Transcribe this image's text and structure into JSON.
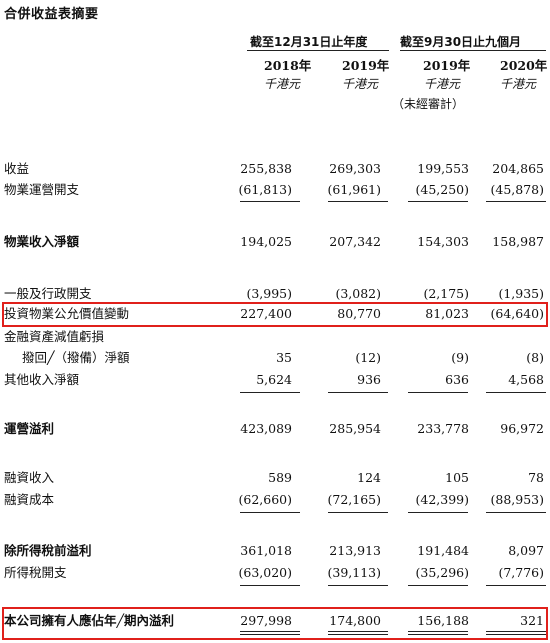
{
  "title": "合併收益表摘要",
  "headers": {
    "group1": "截至12月31日止年度",
    "group2": "截至9月30日止九個月",
    "years": [
      "2018年",
      "2019年",
      "2019年",
      "2020年"
    ],
    "units": [
      "千港元",
      "千港元",
      "千港元",
      "千港元"
    ],
    "unaudited": "（未經審計）"
  },
  "rows": [
    {
      "label": "收益",
      "values": [
        "255,838",
        "269,303",
        "199,553",
        "204,865"
      ]
    },
    {
      "label": "物業運營開支",
      "values": [
        "(61,813)",
        "(61,961)",
        "(45,250)",
        "(45,878)"
      ]
    },
    {
      "label": "物業收入淨額",
      "values": [
        "194,025",
        "207,342",
        "154,303",
        "158,987"
      ]
    },
    {
      "label": "一般及行政開支",
      "values": [
        "(3,995)",
        "(3,082)",
        "(2,175)",
        "(1,935)"
      ]
    },
    {
      "label": "投資物業公允價值變動",
      "values": [
        "227,400",
        "80,770",
        "81,023",
        "(64,640)"
      ]
    },
    {
      "label": "金融資產減值虧損",
      "values": [
        "",
        "",
        "",
        ""
      ]
    },
    {
      "label": "撥回╱（撥備）淨額",
      "values": [
        "35",
        "(12)",
        "(9)",
        "(8)"
      ]
    },
    {
      "label": "其他收入淨額",
      "values": [
        "5,624",
        "936",
        "636",
        "4,568"
      ]
    },
    {
      "label": "運營溢利",
      "values": [
        "423,089",
        "285,954",
        "233,778",
        "96,972"
      ]
    },
    {
      "label": "融資收入",
      "values": [
        "589",
        "124",
        "105",
        "78"
      ]
    },
    {
      "label": "融資成本",
      "values": [
        "(62,660)",
        "(72,165)",
        "(42,399)",
        "(88,953)"
      ]
    },
    {
      "label": "除所得稅前溢利",
      "values": [
        "361,018",
        "213,913",
        "191,484",
        "8,097"
      ]
    },
    {
      "label": "所得稅開支",
      "values": [
        "(63,020)",
        "(39,113)",
        "(35,296)",
        "(7,776)"
      ]
    },
    {
      "label": "本公司擁有人應佔年╱期內溢利",
      "values": [
        "297,998",
        "174,800",
        "156,188",
        "321"
      ]
    }
  ]
}
